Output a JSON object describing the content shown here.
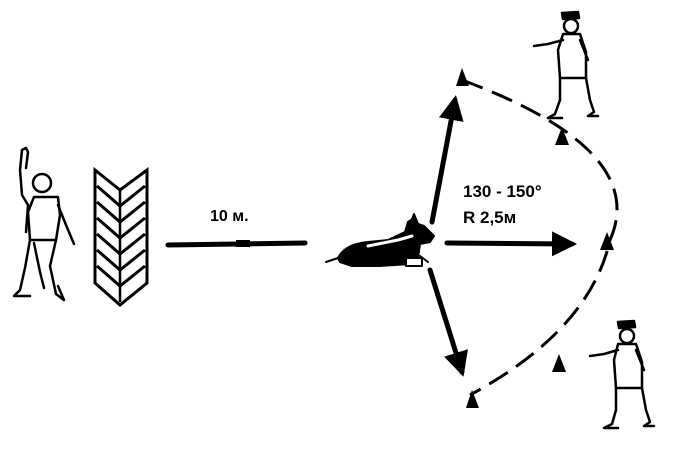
{
  "labels": {
    "distance": "10 м.",
    "angle": "130 - 150°",
    "radius": "R 2,5м"
  },
  "colors": {
    "ink": "#000000",
    "background": "#ffffff"
  },
  "figures": {
    "handler": "person-waving-icon",
    "barrier": "chevron-hurdle-icon",
    "dog": "lying-dog-icon",
    "assistant_top": "pointing-person-icon",
    "assistant_bottom": "pointing-person-icon"
  }
}
